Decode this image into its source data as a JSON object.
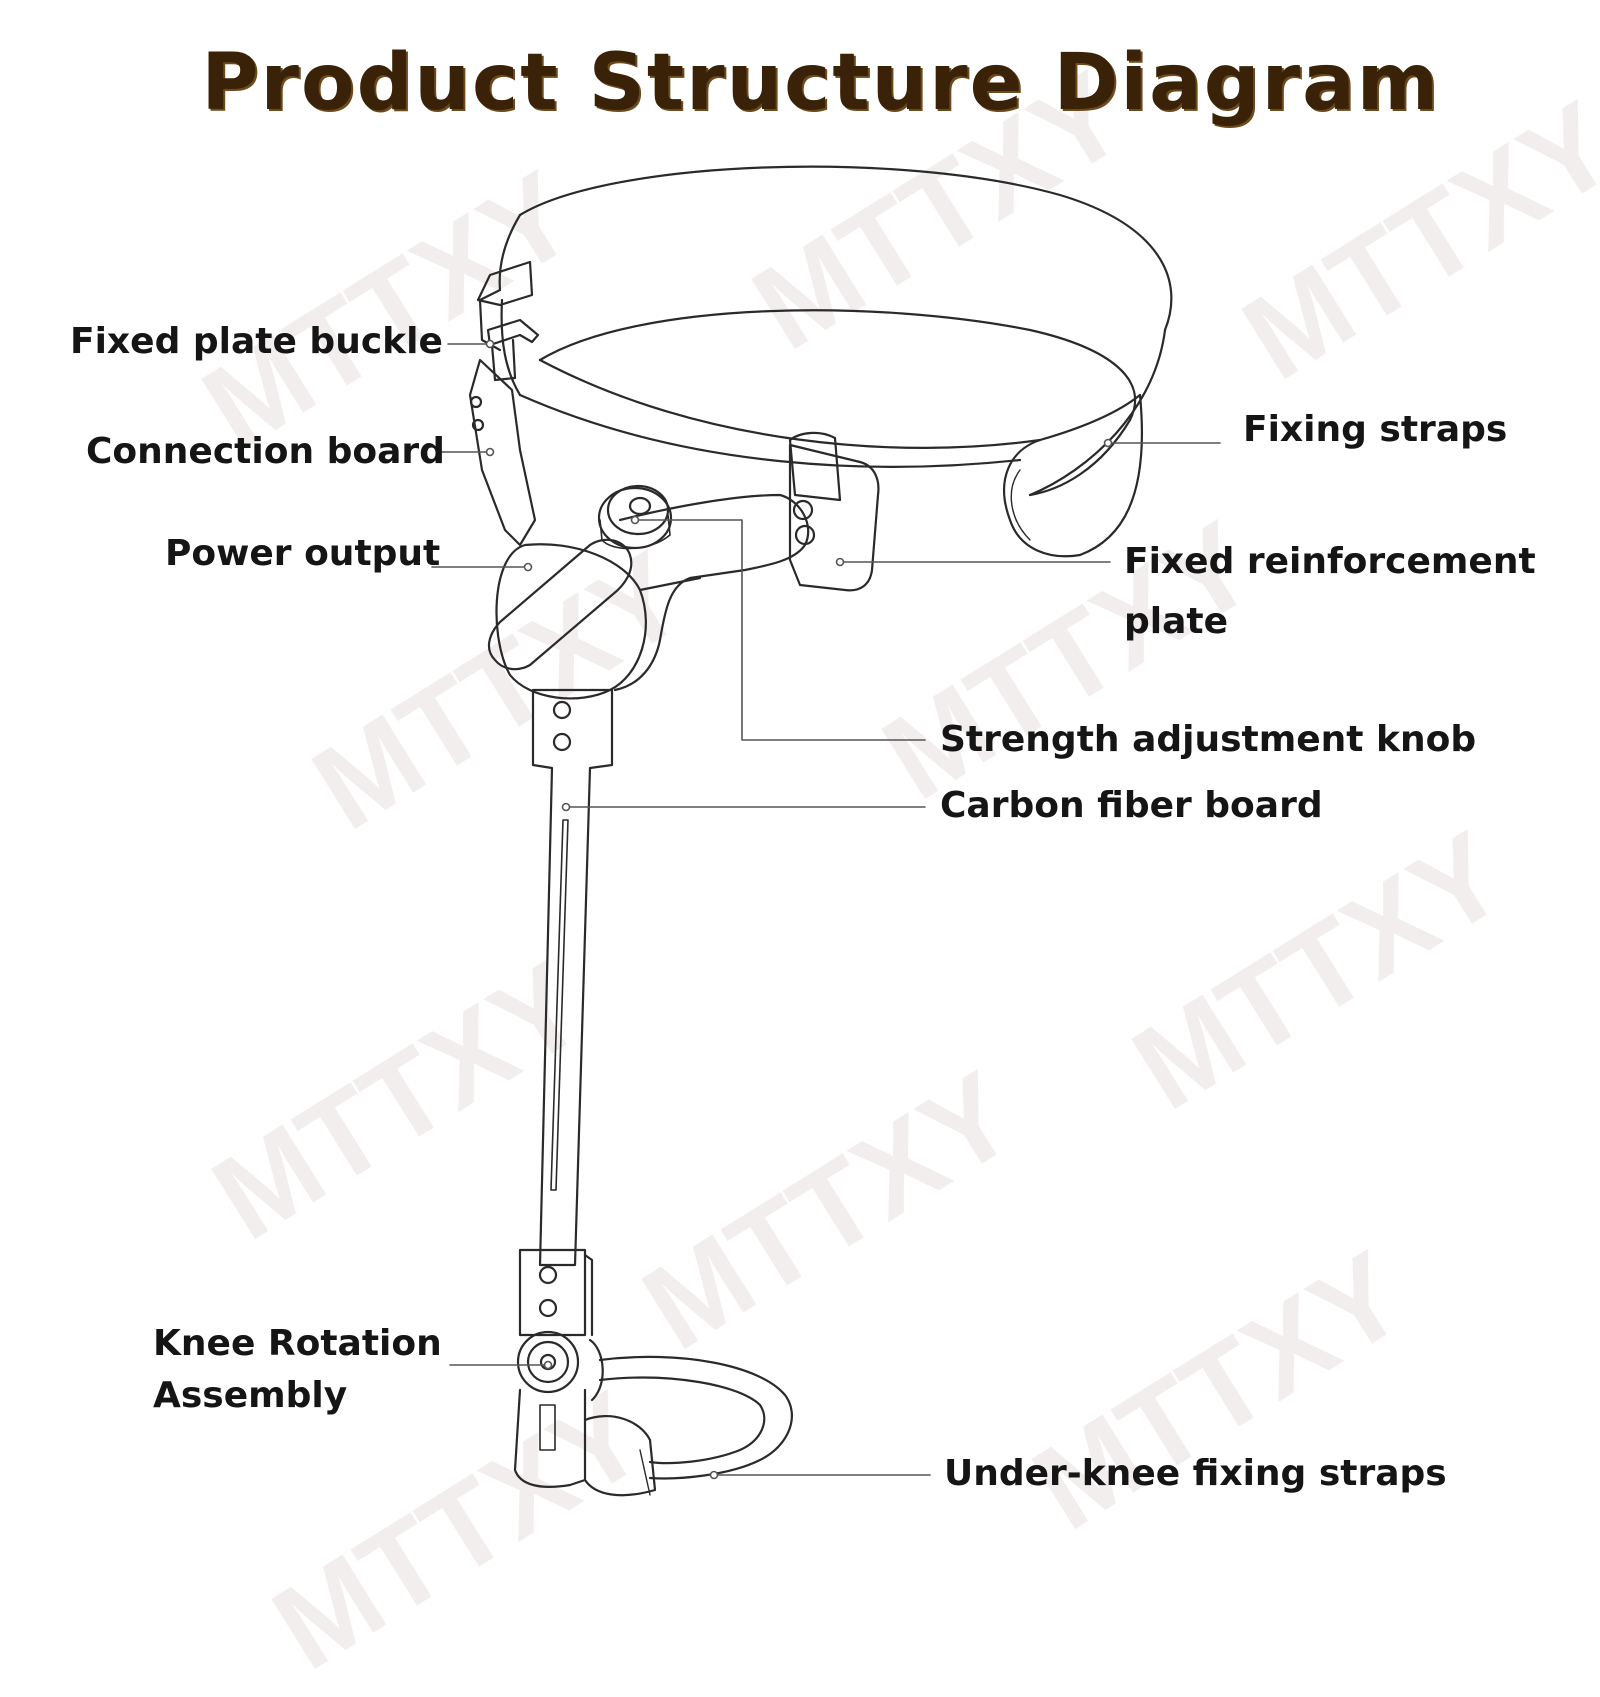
{
  "title": "Product Structure Diagram",
  "watermark": "MTTXY",
  "labels": {
    "fixed_plate_buckle": "Fixed plate buckle",
    "connection_board": "Connection board",
    "power_output": "Power output",
    "fixing_straps": "Fixing straps",
    "fixed_reinforcement_plate_line1": "Fixed reinforcement",
    "fixed_reinforcement_plate_line2": "plate",
    "strength_adjustment_knob": "Strength adjustment knob",
    "carbon_fiber_board": "Carbon fiber board",
    "knee_rotation_assembly_line1": "Knee Rotation",
    "knee_rotation_assembly_line2": "Assembly",
    "under_knee_fixing_straps": "Under-knee fixing straps"
  },
  "colors": {
    "title": "#3a2208",
    "line": "#555555",
    "text": "#151515"
  }
}
